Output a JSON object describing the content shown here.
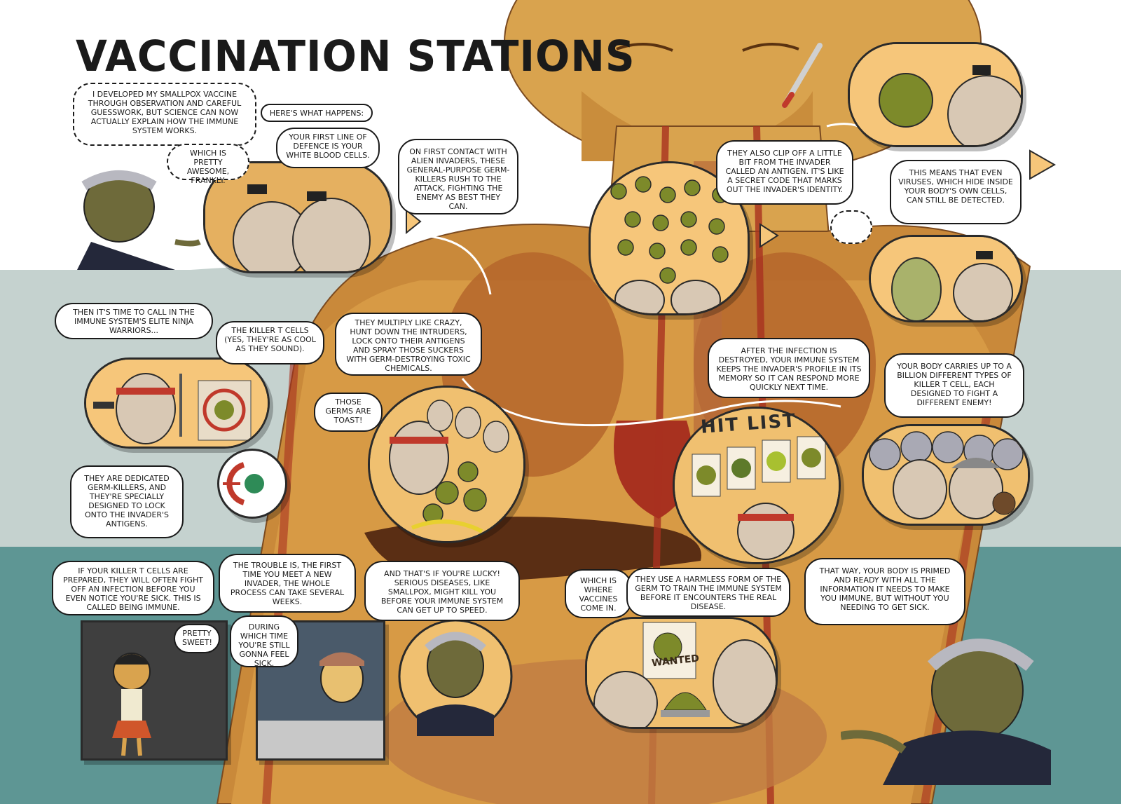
{
  "title": "VACCINATION STATIONS",
  "colors": {
    "sky": "#ffffff",
    "band_grey": "#c5d2cf",
    "band_teal": "#5e9694",
    "skin": "#d9a34e",
    "panel_fill": "#f6c67a",
    "virus_green": "#7d8a2a",
    "cell_beige": "#d8c8b4",
    "ink": "#1a1a1a"
  },
  "icons": [
    "thermometer-icon",
    "virus-icon",
    "antigen-lock-icon",
    "music-note-icon",
    "sword-icon",
    "gun-icon",
    "target-icon"
  ],
  "bubbles": {
    "intro": "I developed my smallpox vaccine through observation and careful guesswork, but science can now actually explain how the immune system works.",
    "awesome": "Which is pretty awesome, frankly.",
    "here": "Here's what happens:",
    "first_line": "Your first line of defence is your white blood cells.",
    "first_contact": "On first contact with alien invaders, these general-purpose germ-killers rush to the attack, fighting the enemy as best they can.",
    "clip": "They also clip off a little bit from the invader called an antigen. It's like a secret code that marks out the invader's identity.",
    "viruses": "This means that even viruses, which hide inside your body's own cells, can still be detected.",
    "ninja": "Then it's time to call in the immune system's elite ninja warriors...",
    "killer": "The killer T cells (yes, they're as cool as they sound).",
    "multiply": "They multiply like crazy, hunt down the intruders, lock onto their antigens and spray those suckers with germ-destroying toxic chemicals.",
    "toast": "Those germs are toast!",
    "after": "After the infection is destroyed, your immune system keeps the invader's profile in its memory so it can respond more quickly next time.",
    "billion": "Your body carries up to a billion different types of killer T cell, each designed to fight a different enemy!",
    "dedicated": "They are dedicated germ-killers, and they're specially designed to lock onto the invader's antigens.",
    "prepared": "If your killer T cells are prepared, they will often fight off an infection before you even notice you're sick. This is called being immune.",
    "pretty_sweet": "Pretty sweet!",
    "trouble": "The trouble is, the first time you meet a new invader, the whole process can take several weeks.",
    "during": "During which time you're still gonna feel sick.",
    "lucky": "And that's if you're lucky! Serious diseases, like smallpox, might kill you before your immune system can get up to speed.",
    "vaccines_in": "Which is where vaccines come in.",
    "harmless": "They use a harmless form of the germ to train the immune system before it encounters the real disease.",
    "primed": "That way, your body is primed and ready with all the information it needs to make you immune, but without you needing to get sick."
  },
  "signs": {
    "hit_list": "HIT LIST",
    "wanted": "WANTED"
  }
}
